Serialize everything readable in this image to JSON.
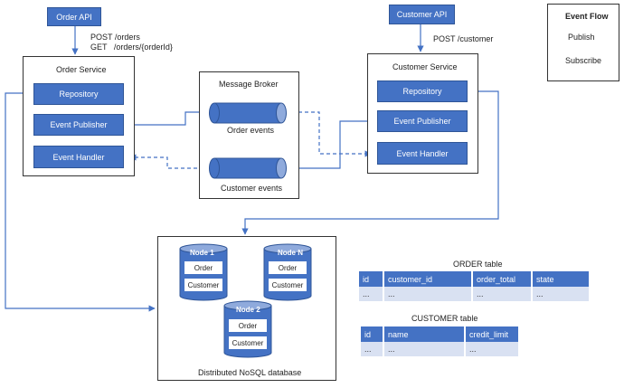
{
  "order_api": {
    "label": "Order API",
    "routes": "POST /orders\nGET   /orders/{orderId}"
  },
  "customer_api": {
    "label": "Customer API",
    "route": "POST /customer"
  },
  "legend": {
    "title": "Event Flow",
    "publish": "Publish",
    "subscribe": "Subscribe"
  },
  "order_service": {
    "title": "Order Service",
    "repository": "Repository",
    "event_publisher": "Event Publisher",
    "event_handler": "Event Handler"
  },
  "customer_service": {
    "title": "Customer Service",
    "repository": "Repository",
    "event_publisher": "Event Publisher",
    "event_handler": "Event Handler"
  },
  "broker": {
    "title": "Message Broker",
    "order_events": "Order events",
    "customer_events": "Customer events"
  },
  "database": {
    "title": "Distributed NoSQL database",
    "nodes": [
      {
        "name": "Node 1",
        "items": [
          "Order",
          "Customer"
        ]
      },
      {
        "name": "Node N",
        "items": [
          "Order",
          "Customer"
        ]
      },
      {
        "name": "Node 2",
        "items": [
          "Order",
          "Customer"
        ]
      }
    ]
  },
  "order_table": {
    "title": "ORDER table",
    "columns": [
      "id",
      "customer_id",
      "order_total",
      "state"
    ],
    "row": [
      "...",
      "...",
      "...",
      "..."
    ]
  },
  "customer_table": {
    "title": "CUSTOMER table",
    "columns": [
      "id",
      "name",
      "credit_limit"
    ],
    "row": [
      "...",
      "...",
      "..."
    ]
  },
  "colors": {
    "accent": "#4472c4",
    "accent_dark": "#2f5597",
    "cell": "#d9e1f2",
    "line": "#4472c4"
  }
}
